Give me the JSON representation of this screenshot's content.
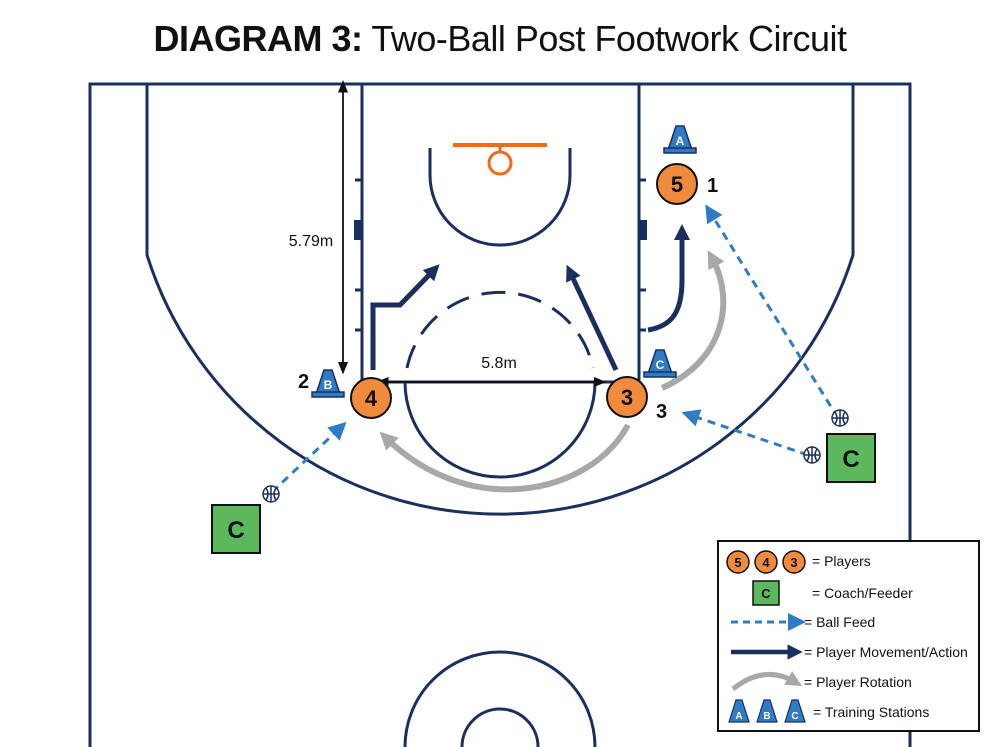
{
  "title": {
    "bold": "DIAGRAM 3:",
    "rest": "Two-Ball Post Footwork Circuit"
  },
  "measurements": {
    "lane_length": "5.79m",
    "lane_width": "5.8m"
  },
  "players": [
    {
      "number": "5",
      "position_label": "1"
    },
    {
      "number": "4",
      "position_label": "2"
    },
    {
      "number": "3",
      "position_label": "3"
    }
  ],
  "stations": [
    "A",
    "B",
    "C"
  ],
  "coaches": [
    "C",
    "C"
  ],
  "legend": {
    "players_label": "= Players",
    "players": [
      "5",
      "4",
      "3"
    ],
    "coach_symbol": "C",
    "coach_label": "= Coach/Feeder",
    "ball_feed_label": "= Ball Feed",
    "movement_label": "= Player Movement/Action",
    "rotation_label": "= Player Rotation",
    "stations_label": "= Training Stations",
    "stations": [
      "A",
      "B",
      "C"
    ]
  },
  "colors": {
    "court_lines": "#1b2f5e",
    "player_fill": "#f08a3c",
    "coach_fill": "#5cb85c",
    "ball_feed": "#2f7bc4",
    "movement": "#1b2f5e",
    "rotation": "#9a9a9a",
    "rim": "#ee6a1c"
  }
}
